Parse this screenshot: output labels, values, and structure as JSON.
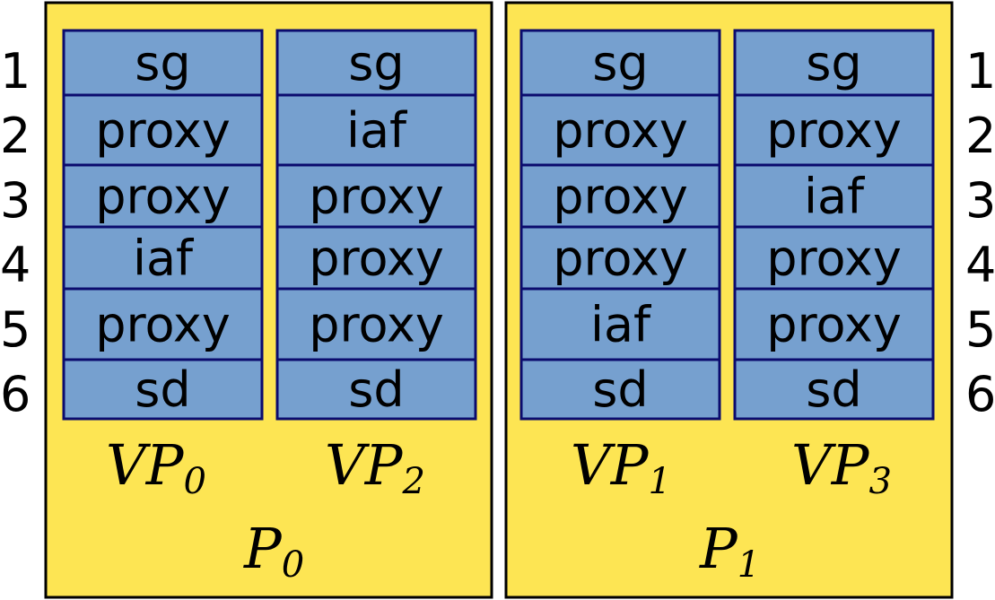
{
  "row_numbers": [
    "1",
    "2",
    "3",
    "4",
    "5",
    "6"
  ],
  "processors": [
    {
      "label_main": "P",
      "label_sub": "0",
      "virtual_processors": [
        {
          "label_main": "VP",
          "label_sub": "0",
          "cells": [
            "sg",
            "proxy",
            "proxy",
            "iaf",
            "proxy",
            "sd"
          ]
        },
        {
          "label_main": "VP",
          "label_sub": "2",
          "cells": [
            "sg",
            "iaf",
            "proxy",
            "proxy",
            "proxy",
            "sd"
          ]
        }
      ]
    },
    {
      "label_main": "P",
      "label_sub": "1",
      "virtual_processors": [
        {
          "label_main": "VP",
          "label_sub": "1",
          "cells": [
            "sg",
            "proxy",
            "proxy",
            "proxy",
            "iaf",
            "sd"
          ]
        },
        {
          "label_main": "VP",
          "label_sub": "3",
          "cells": [
            "sg",
            "proxy",
            "iaf",
            "proxy",
            "proxy",
            "sd"
          ]
        }
      ]
    }
  ],
  "colors": {
    "panel_fill": "#fde553",
    "cell_fill": "#76a0cf",
    "cell_stroke": "#0b0b6e"
  }
}
